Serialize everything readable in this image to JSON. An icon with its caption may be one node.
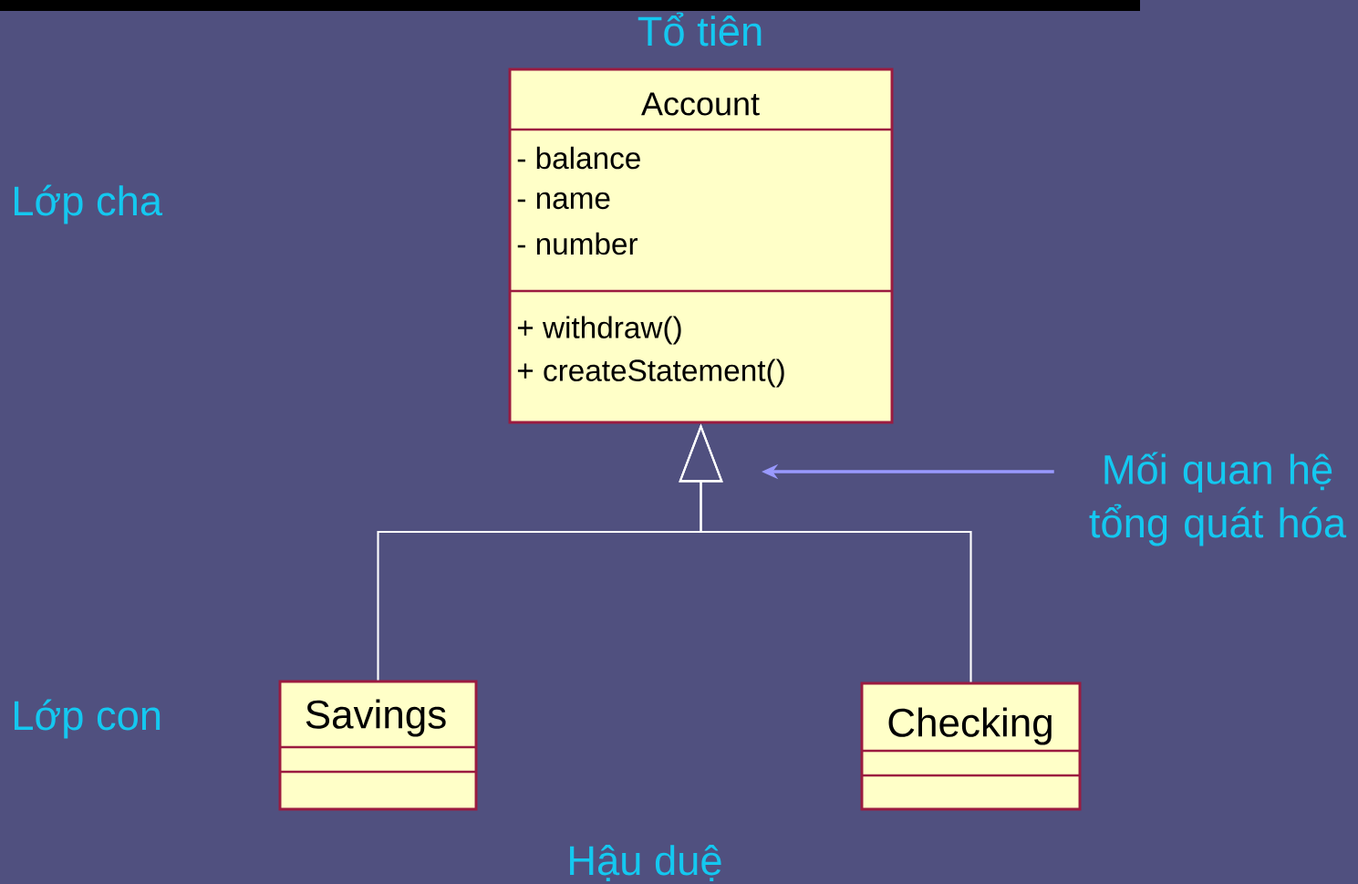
{
  "diagram": {
    "nodes": [
      {
        "text": [
          "Account",
          "- balance",
          "- name",
          "- number",
          "+ withdraw()",
          "+ createStatement()"
        ]
      },
      {
        "text": [
          "Savings"
        ]
      },
      {
        "text": [
          "Checking"
        ]
      },
      {
        "text": [
          "Mối quan hệ tổng quát hóa"
        ]
      }
    ],
    "edges": [
      {
        "from": 1,
        "to": 0,
        "arrow": "to"
      },
      {
        "from": 2,
        "to": 0,
        "arrow": "to"
      },
      {
        "from": 3,
        "to": null,
        "arrow": "to",
        "color": "#9999ff"
      }
    ],
    "labels": [
      "Tổ tiên",
      "Lớp cha",
      "Lớp con",
      "Hậu duệ"
    ]
  }
}
